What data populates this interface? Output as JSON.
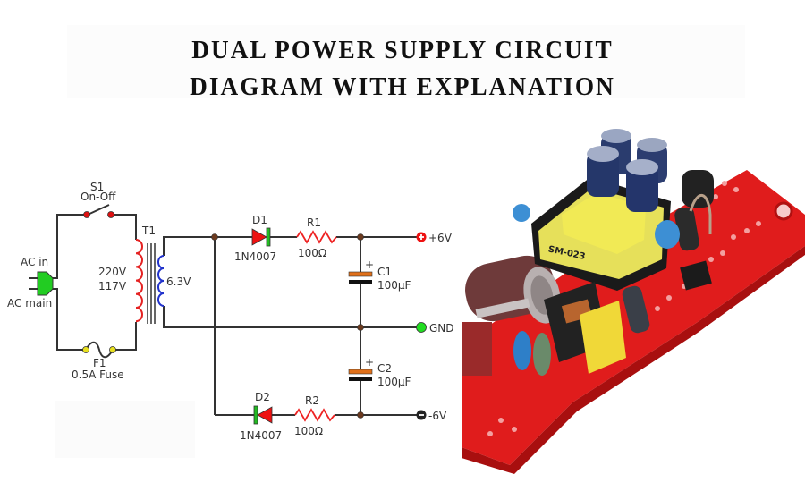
{
  "title": {
    "line1": "DUAL POWER SUPPLY CIRCUIT",
    "line2": "DIAGRAM WITH EXPLANATION"
  },
  "schematic": {
    "switch": {
      "ref": "S1",
      "desc": "On-Off"
    },
    "input": {
      "top": "AC in",
      "bottom": "AC main"
    },
    "transformer": {
      "ref": "T1",
      "primary_line1": "220V",
      "primary_line2": "117V",
      "secondary": "6.3V"
    },
    "fuse": {
      "ref": "F1",
      "desc": "0.5A Fuse"
    },
    "d1": {
      "ref": "D1",
      "part": "1N4007"
    },
    "d2": {
      "ref": "D2",
      "part": "1N4007"
    },
    "r1": {
      "ref": "R1",
      "value": "100Ω"
    },
    "r2": {
      "ref": "R2",
      "value": "100Ω"
    },
    "c1": {
      "ref": "C1",
      "value": "100µF",
      "polarity": "+"
    },
    "c2": {
      "ref": "C2",
      "value": "100µF",
      "polarity": "+"
    },
    "outputs": {
      "positive": "+6V",
      "ground": "GND",
      "negative": "-6V"
    }
  },
  "photo": {
    "transformer_marking": "SM-023"
  },
  "colors": {
    "wire": "#333333",
    "node": "#6b3a1f",
    "primary_coil": "#e52222",
    "secondary_coil": "#2233cc",
    "plug": "#22cc22",
    "switch_contact": "#dd1111",
    "fuse_contact": "#e8e020",
    "diode_body": "#ee1111",
    "diode_bar": "#22bb22",
    "resistor": "#ee2222",
    "cap_plate_pos": "#e0701a",
    "gnd_terminal": "#22dd22",
    "pcb": "#e02020"
  }
}
